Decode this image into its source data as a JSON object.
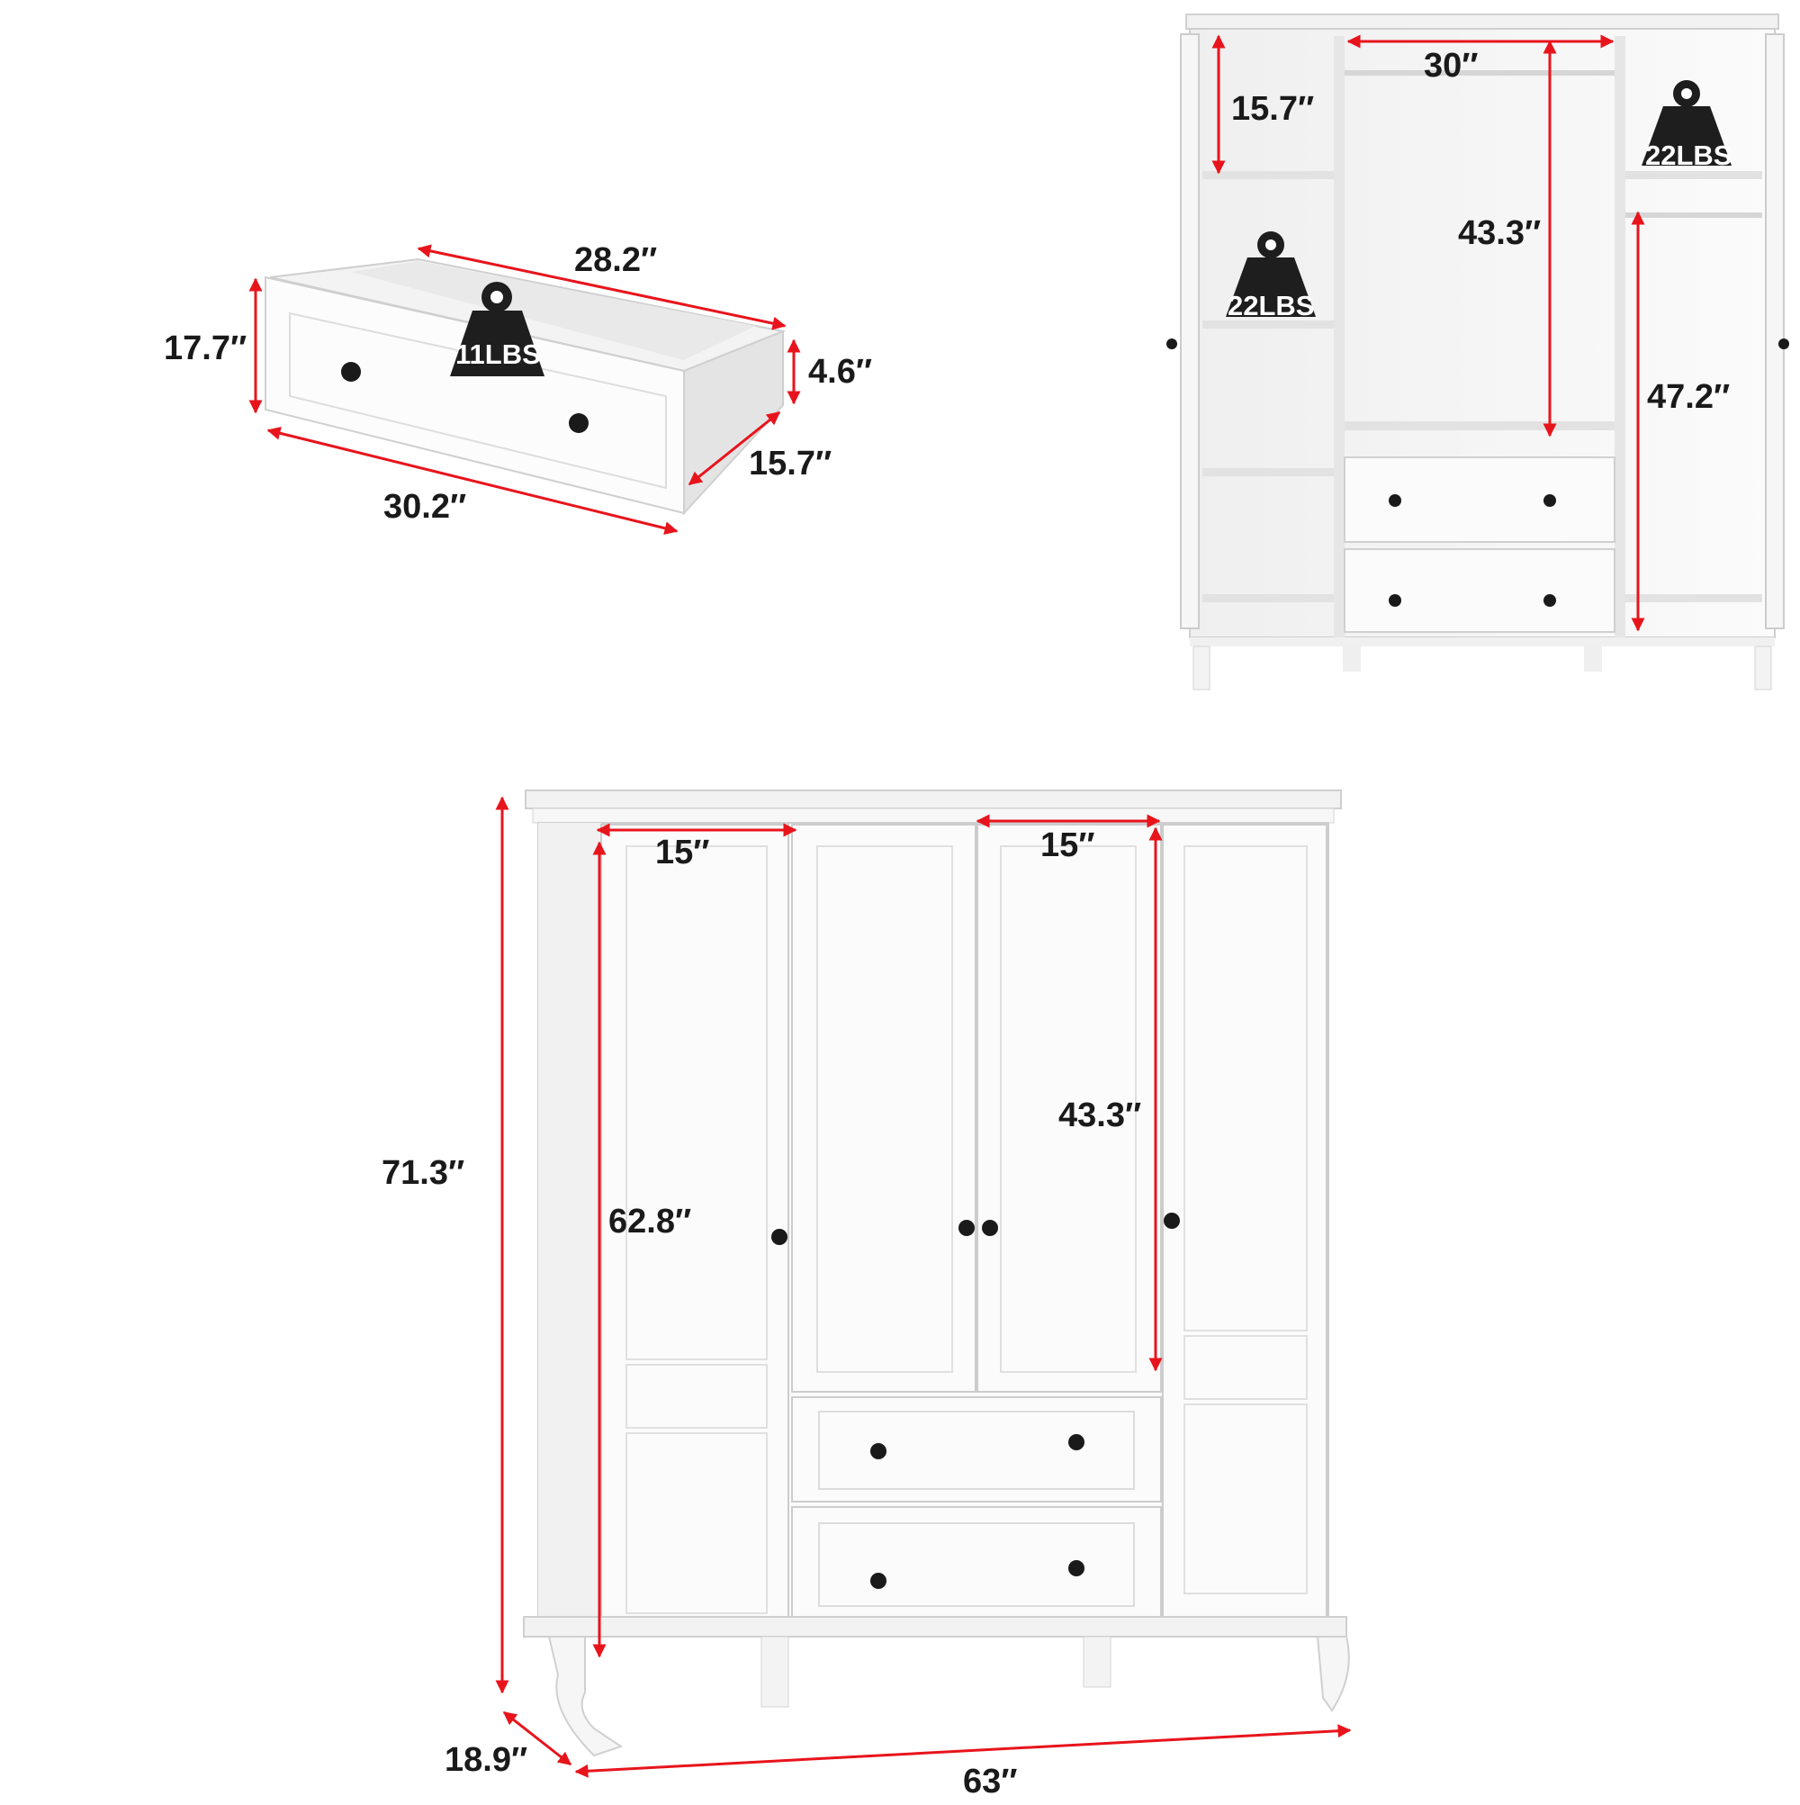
{
  "drawer_view": {
    "dims": {
      "back_width": "28.2″",
      "front_height": "17.7″",
      "side_height": "4.6″",
      "depth": "15.7″",
      "front_width": "30.2″"
    },
    "weight": "11LBS"
  },
  "interior_view": {
    "dims": {
      "top_shelf_height": "15.7″",
      "hanging_width": "30″",
      "hanging_height": "43.3″",
      "right_hanging_height": "47.2″"
    },
    "weights": [
      "22LBS",
      "22LBS"
    ]
  },
  "front_view": {
    "dims": {
      "left_door_width": "15″",
      "right_door_width": "15″",
      "total_height": "71.3″",
      "door_height": "62.8″",
      "upper_door_height": "43.3″",
      "depth": "18.9″",
      "total_width": "63″"
    }
  },
  "colors": {
    "dimension_line": "#e8141c",
    "cabinet_fill": "#fafafa",
    "cabinet_stroke": "#c9c9c9",
    "weight_icon": "#1e1e1e",
    "knob": "#1a1a1a"
  },
  "icons": [
    "weight-icon",
    "knob-icon",
    "arrow-icon"
  ]
}
